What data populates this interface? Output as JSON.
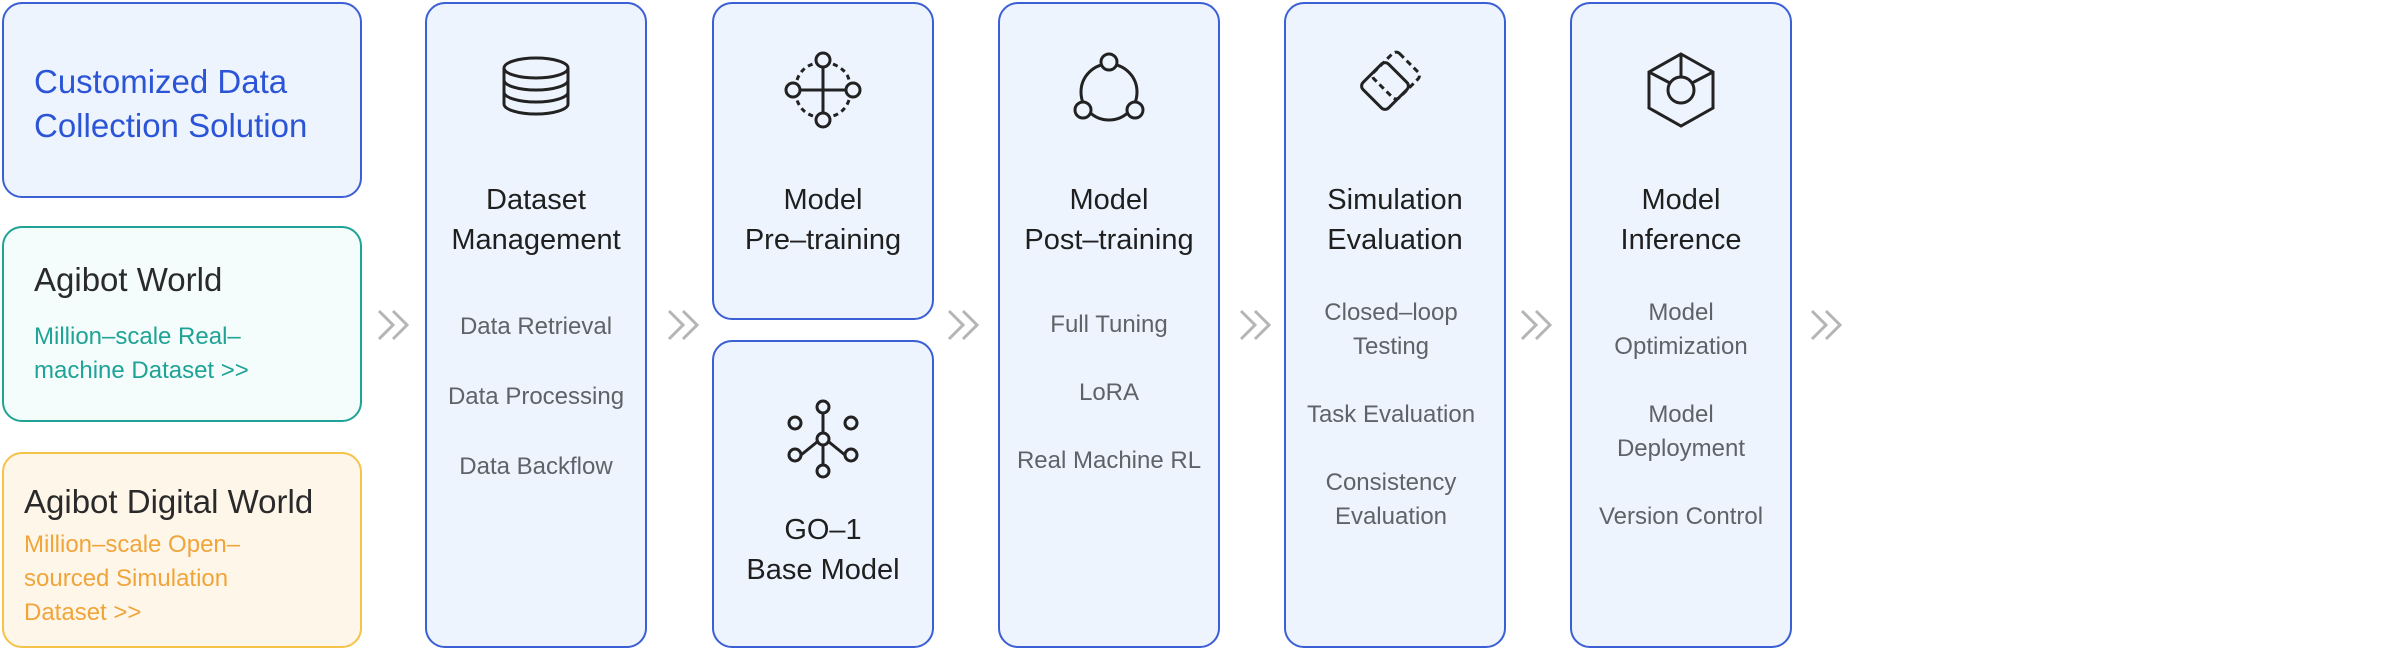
{
  "sources": {
    "custom": {
      "title_line1": "Customized Data",
      "title_line2": "Collection Solution"
    },
    "agibot_world": {
      "title": "Agibot World",
      "desc_line1": "Million–scale Real–",
      "desc_line2": "machine Dataset >>"
    },
    "digital_world": {
      "title": "Agibot Digital World",
      "desc_line1": "Million–scale  Open–",
      "desc_line2": "sourced Simulation",
      "desc_line3": "Dataset >>"
    }
  },
  "stages": {
    "dataset": {
      "title1": "Dataset",
      "title2": "Management",
      "icon": "database-icon",
      "items": [
        "Data Retrieval",
        "Data Processing",
        "Data Backflow"
      ]
    },
    "pretrain": {
      "title1": "Model",
      "title2": "Pre–training",
      "icon": "network-icon"
    },
    "base": {
      "title1": "GO–1",
      "title2": "Base Model",
      "icon": "hub-icon"
    },
    "posttrain": {
      "title1": "Model",
      "title2": "Post–training",
      "icon": "cycle-icon",
      "items": [
        "Full Tuning",
        "LoRA",
        "Real Machine RL"
      ]
    },
    "simulation": {
      "title1": "Simulation",
      "title2": "Evaluation",
      "icon": "diamond-icon",
      "items": [
        [
          "Closed–loop",
          "Testing"
        ],
        [
          "Task Evaluation"
        ],
        [
          "Consistency",
          "Evaluation"
        ]
      ]
    },
    "inference": {
      "title1": "Model",
      "title2": "Inference",
      "icon": "cube-icon",
      "items": [
        [
          "Model",
          "Optimization"
        ],
        [
          "Model",
          "Deployment"
        ],
        [
          "Version Control"
        ]
      ]
    }
  },
  "colors": {
    "accent": "#3b5fd4",
    "teal": "#1fa396",
    "orange": "#f0a53a",
    "stage_bg": "#eef4fe"
  }
}
